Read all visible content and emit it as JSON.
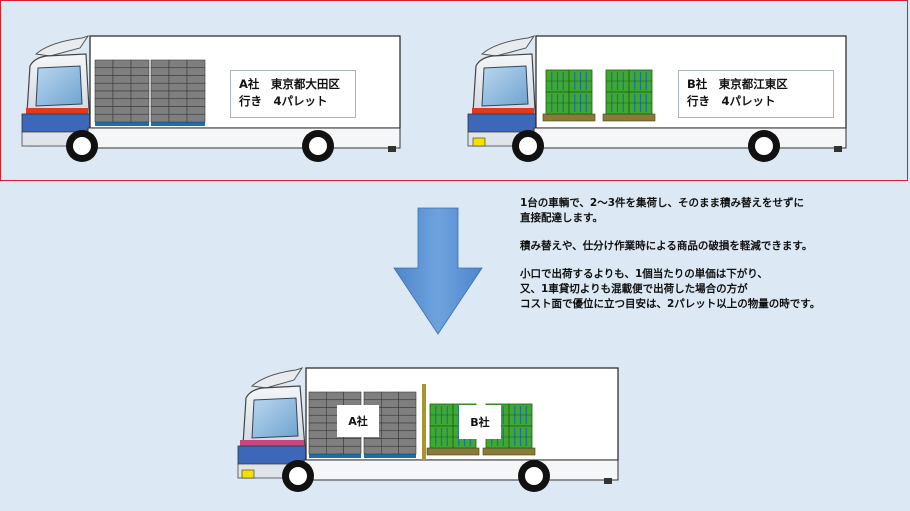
{
  "colors": {
    "background": "#dce9f5",
    "panel_border": "#d9202e",
    "arrow": "#5b93d6",
    "cargo_gray": "#7f7f7f",
    "cargo_green": "#3fa830",
    "pallet_brown": "#8a7a3a",
    "pallet_blue": "#1a6fb0"
  },
  "top_left_truck": {
    "cargo_icon": "gray-stacked-boxes-icon",
    "label_line1": "A社　東京都大田区",
    "label_line2": "行き　4パレット"
  },
  "top_right_truck": {
    "cargo_icon": "green-crate-icon",
    "label_line1": "B社　東京都江東区",
    "label_line2": "行き　4パレット"
  },
  "arrow_icon": "down-arrow-icon",
  "bottom_truck": {
    "tag_a": "A社",
    "tag_b": "B社"
  },
  "explanation": {
    "para1": "1台の車輌で、2～3件を集荷し、そのまま積み替えをせずに\n直接配達します。",
    "para2": "積み替えや、仕分け作業時による商品の破損を軽減できます。",
    "para3": "小口で出荷するよりも、1個当たりの単価は下がり、\n又、1車貸切よりも混載便で出荷した場合の方が\nコスト面で優位に立つ目安は、2パレット以上の物量の時です。"
  }
}
